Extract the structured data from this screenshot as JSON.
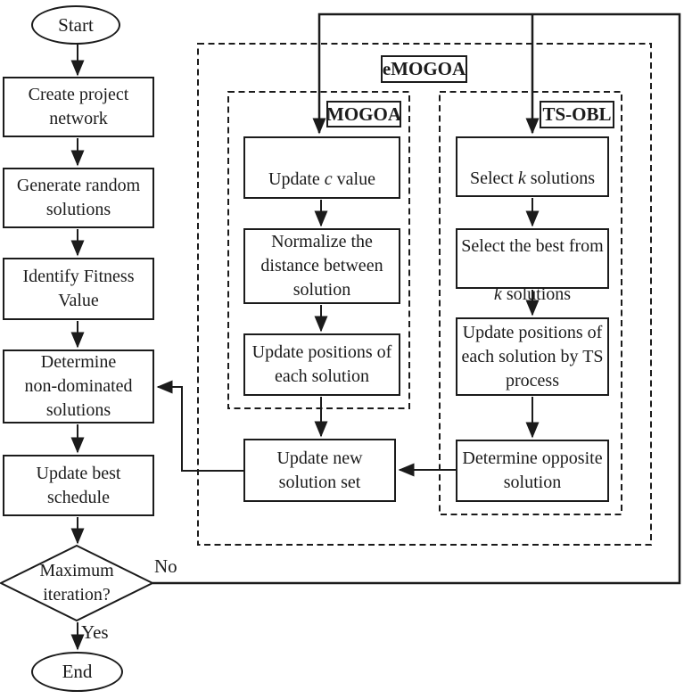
{
  "palette": {
    "ink": "#1b1b1b",
    "bg": "#ffffff"
  },
  "flow": {
    "start": "Start",
    "end": "End",
    "create": "Create project\nnetwork",
    "generate": "Generate random\nsolutions",
    "identify": "Identify Fitness\nValue",
    "determine": "Determine\nnon-dominated\nsolutions",
    "update_best": "Update best\nschedule",
    "decision": "Maximum\niteration?",
    "no": "No",
    "yes": "Yes",
    "update_new": "Update new\nsolution set"
  },
  "groups": {
    "emogoa": "eMOGOA",
    "mogoa": "MOGOA",
    "tsobl": "TS-OBL"
  },
  "mogoa": {
    "update_c": {
      "pre": "Update ",
      "it": "c",
      "post": " value"
    },
    "normalize": "Normalize the\ndistance between\nsolution",
    "update_positions": "Update positions of\neach solution"
  },
  "tsobl": {
    "select_k": {
      "pre": "Select ",
      "it": "k",
      "post": " solutions"
    },
    "select_best": {
      "line1": "Select the best from",
      "it": "k",
      "post": " solutions"
    },
    "update_positions_ts": "Update positions of\neach solution by TS\nprocess",
    "determine_opposite": "Determine opposite\nsolution"
  }
}
